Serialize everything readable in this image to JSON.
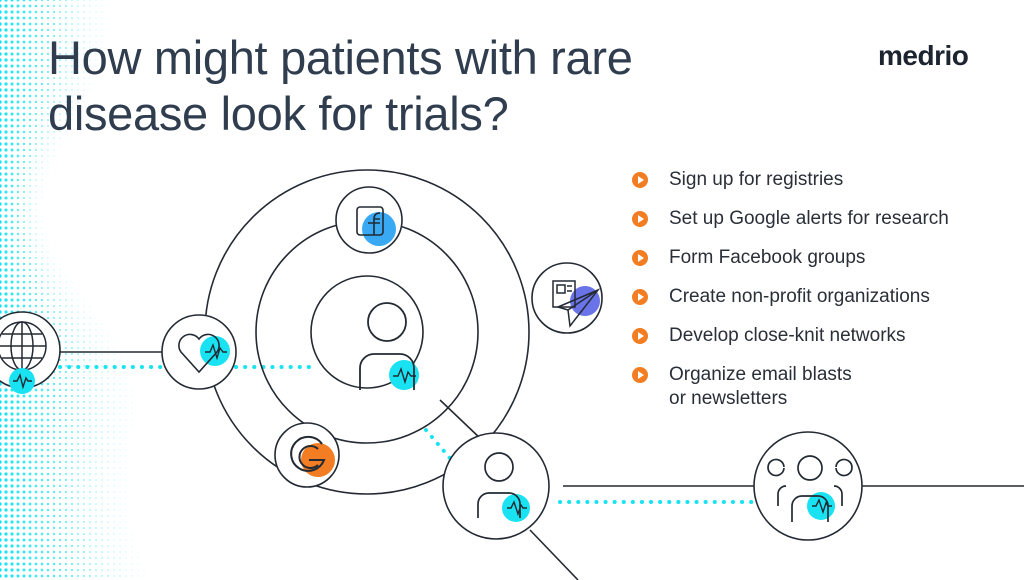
{
  "header": {
    "title_lines": [
      "How might patients with rare",
      "disease look for trials?"
    ],
    "logo": "medrio"
  },
  "list": {
    "items": [
      {
        "lines": [
          "Sign up for registries"
        ]
      },
      {
        "lines": [
          "Set up Google alerts for research"
        ]
      },
      {
        "lines": [
          "Form Facebook groups"
        ]
      },
      {
        "lines": [
          "Create non-profit organizations"
        ]
      },
      {
        "lines": [
          "Develop close-knit networks"
        ]
      },
      {
        "lines": [
          "Organize email blasts",
          "or newsletters"
        ]
      }
    ]
  },
  "diagram": {
    "nodes": [
      {
        "name": "globe-node",
        "icon": "globe-icon"
      },
      {
        "name": "heart-node",
        "icon": "heart-pulse-icon"
      },
      {
        "name": "facebook-node",
        "icon": "facebook-icon"
      },
      {
        "name": "document-node",
        "icon": "paper-plane-document-icon"
      },
      {
        "name": "center-patient-node",
        "icon": "person-icon"
      },
      {
        "name": "google-node",
        "icon": "google-icon"
      },
      {
        "name": "patient-node",
        "icon": "person-icon"
      },
      {
        "name": "group-node",
        "icon": "group-icon"
      }
    ]
  },
  "colors": {
    "cyan": "#19e3f2",
    "orange": "#f27d22",
    "blue": "#39a9f4",
    "purple": "#6b73e8",
    "line": "#232a33",
    "title": "#2f3d4f"
  }
}
